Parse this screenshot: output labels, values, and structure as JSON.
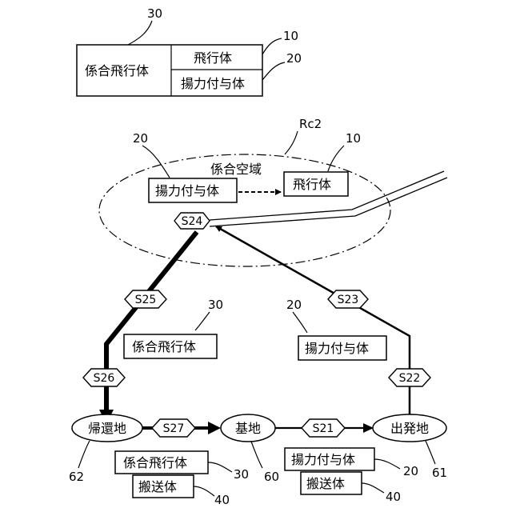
{
  "legend": {
    "ref_composite": "30",
    "composite_label": "係合飛行体",
    "flying_label": "飛行体",
    "ref_flying": "10",
    "lift_label": "揚力付与体",
    "ref_lift": "20"
  },
  "airspace": {
    "ref_region": "Rc2",
    "region_label": "係合空域",
    "ref_lift": "20",
    "ref_flying": "10",
    "lift_label": "揚力付与体",
    "flying_label": "飛行体"
  },
  "steps": {
    "s21": "S21",
    "s22": "S22",
    "s23": "S23",
    "s24": "S24",
    "s25": "S25",
    "s26": "S26",
    "s27": "S27"
  },
  "route_labels": {
    "left_ref": "30",
    "left_label": "係合飛行体",
    "right_ref": "20",
    "right_label": "揚力付与体"
  },
  "places": {
    "return_site": "帰還地",
    "return_ref": "62",
    "base": "基地",
    "base_ref": "60",
    "departure": "出発地",
    "departure_ref": "61"
  },
  "transport_left": {
    "top_label": "係合飛行体",
    "top_ref": "30",
    "bottom_label": "搬送体",
    "bottom_ref": "40"
  },
  "transport_right": {
    "top_label": "揚力付与体",
    "top_ref": "20",
    "bottom_label": "搬送体",
    "bottom_ref": "40"
  }
}
